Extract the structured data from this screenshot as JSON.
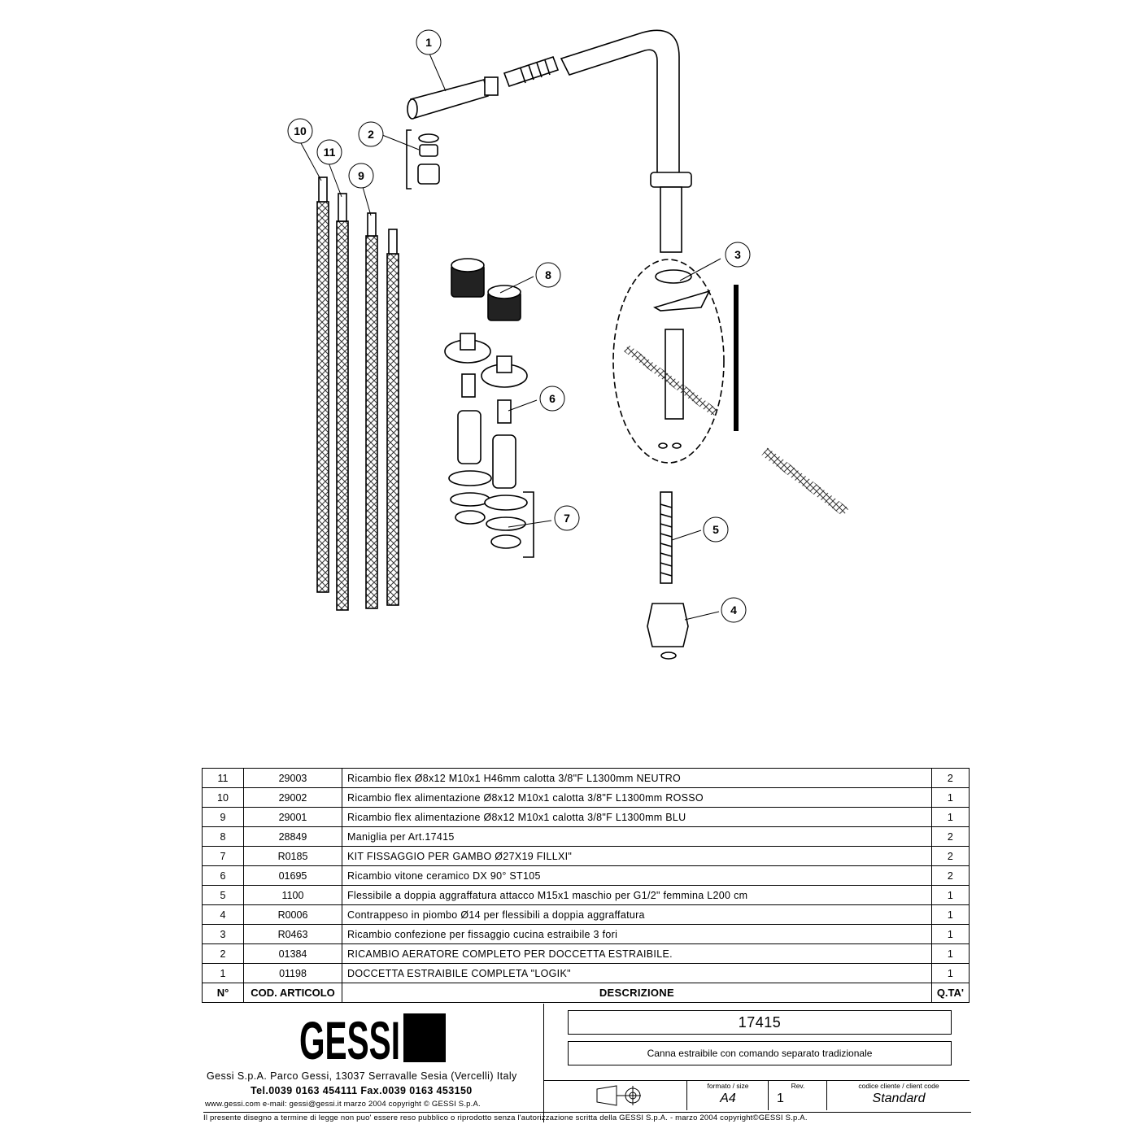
{
  "callouts": [
    "1",
    "2",
    "3",
    "4",
    "5",
    "6",
    "7",
    "8",
    "9",
    "10",
    "11"
  ],
  "table": {
    "rows": [
      {
        "n": "11",
        "code": "29003",
        "desc": "Ricambio flex Ø8x12 M10x1 H46mm calotta 3/8\"F L1300mm NEUTRO",
        "qty": "2"
      },
      {
        "n": "10",
        "code": "29002",
        "desc": "Ricambio flex alimentazione Ø8x12 M10x1 calotta 3/8\"F L1300mm ROSSO",
        "qty": "1"
      },
      {
        "n": "9",
        "code": "29001",
        "desc": "Ricambio flex alimentazione Ø8x12 M10x1 calotta 3/8\"F L1300mm BLU",
        "qty": "1"
      },
      {
        "n": "8",
        "code": "28849",
        "desc": "Maniglia per Art.17415",
        "qty": "2"
      },
      {
        "n": "7",
        "code": "R0185",
        "desc": "KIT FISSAGGIO PER GAMBO Ø27X19 FILLXI\"",
        "qty": "2"
      },
      {
        "n": "6",
        "code": "01695",
        "desc": "Ricambio vitone ceramico DX 90° ST105",
        "qty": "2"
      },
      {
        "n": "5",
        "code": "1100",
        "desc": "Flessibile a doppia aggraffatura attacco M15x1 maschio per G1/2\" femmina L200 cm",
        "qty": "1"
      },
      {
        "n": "4",
        "code": "R0006",
        "desc": "Contrappeso in piombo Ø14 per flessibili a doppia aggraffatura",
        "qty": "1"
      },
      {
        "n": "3",
        "code": "R0463",
        "desc": "Ricambio confezione per fissaggio cucina estraibile 3 fori",
        "qty": "1"
      },
      {
        "n": "2",
        "code": "01384",
        "desc": "RICAMBIO AERATORE COMPLETO PER DOCCETTA ESTRAIBILE.",
        "qty": "1"
      },
      {
        "n": "1",
        "code": "01198",
        "desc": "DOCCETTA ESTRAIBILE COMPLETA \"LOGIK\"",
        "qty": "1"
      }
    ],
    "header": {
      "n": "N°",
      "code": "COD. ARTICOLO",
      "desc": "DESCRIZIONE",
      "qty": "Q.TA'"
    }
  },
  "title_block": {
    "logo_text": "GESSI",
    "company_line": "Gessi S.p.A. Parco Gessi, 13037 Serravalle Sesia (Vercelli) Italy",
    "phone_line": "Tel.0039 0163 454111 Fax.0039 0163 453150",
    "web_line": "www.gessi.com e-mail: gessi@gessi.it    marzo 2004    copyright © GESSI S.p.A.",
    "article_number": "17415",
    "article_description": "Canna estraibile con comando separato tradizionale",
    "format_label": "formato / size",
    "format_value": "A4",
    "rev_label": "Rev.",
    "rev_value": "1",
    "client_code_label": "codice cliente / client code",
    "client_code_value": "Standard"
  },
  "footer_text": "Il presente disegno a termine di legge non puo' essere reso pubblico o riprodotto senza l'autorizzazione scritta della GESSI S.p.A. - marzo 2004   copyright©GESSI S.p.A."
}
